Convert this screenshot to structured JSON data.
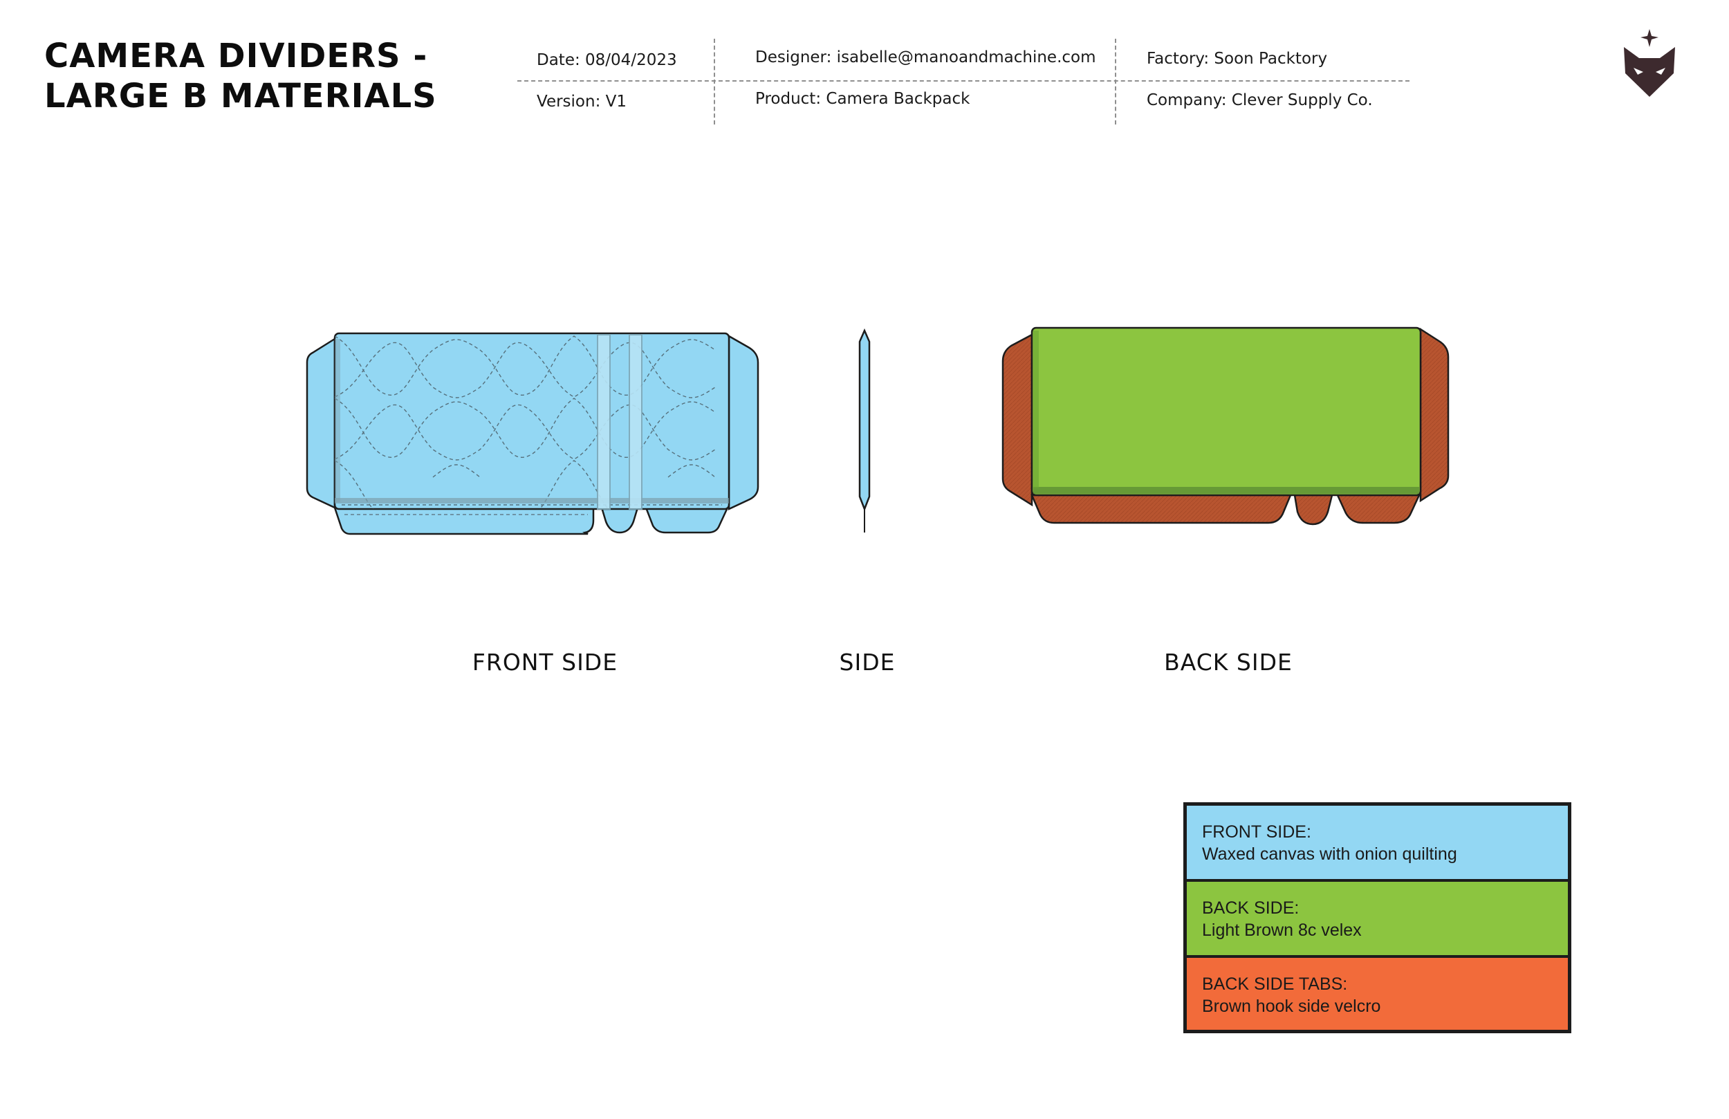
{
  "header": {
    "title_line1": "CAMERA DIVIDERS -",
    "title_line2": "LARGE B MATERIALS",
    "date": "Date: 08/04/2023",
    "version": "Version: V1",
    "designer": "Designer: isabelle@manoandmachine.com",
    "product": "Product: Camera Backpack",
    "factory": "Factory: Soon Packtory",
    "company": "Company: Clever Supply Co."
  },
  "logo": {
    "icon": "fox-head-star-icon",
    "color": "#3d2a2e"
  },
  "views": {
    "front_label": "FRONT SIDE",
    "side_label": "SIDE",
    "back_label": "BACK SIDE"
  },
  "colors": {
    "front_fill": "#93d7f3",
    "back_fill": "#8cc540",
    "tab_fill": "#b85530",
    "outline": "#1c1c1c"
  },
  "legend": [
    {
      "title": "FRONT SIDE:",
      "desc": "Waxed canvas with onion quilting",
      "color": "#93d7f3"
    },
    {
      "title": "BACK SIDE:",
      "desc": "Light Brown 8c velex",
      "color": "#8cc540"
    },
    {
      "title": "BACK SIDE TABS:",
      "desc": "Brown hook side velcro",
      "color": "#f26b3a"
    }
  ]
}
